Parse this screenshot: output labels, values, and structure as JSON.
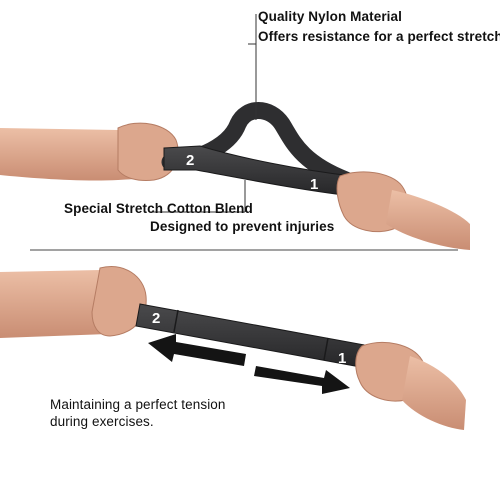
{
  "top_panel": {
    "callout_material_title": "Quality Nylon Material",
    "callout_material_subtitle": "Offers resistance for a perfect stretch",
    "callout_blend_title": "Special Stretch Cotton Blend",
    "callout_blend_subtitle": "Designed to prevent injuries",
    "loop_label_left": "2",
    "loop_label_right": "1"
  },
  "bottom_panel": {
    "loop_label_left": "2",
    "loop_label_right": "1",
    "caption_line1": "Maintaining a perfect tension",
    "caption_line2": "during exercises."
  },
  "colors": {
    "strap": "#2e2e30",
    "strap_edge": "#1a1a1b",
    "skin": "#e2ae94",
    "skin_shadow": "#c98d73",
    "arrow": "#141414",
    "divider": "#444444"
  }
}
